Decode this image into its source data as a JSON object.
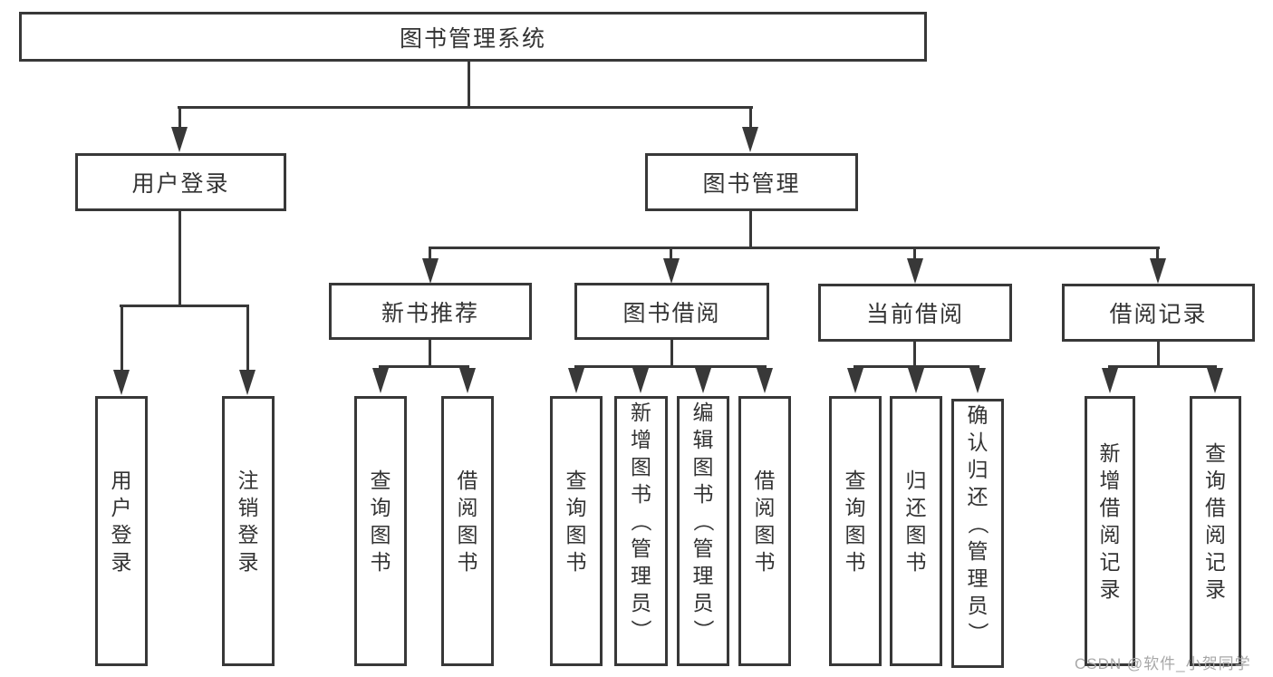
{
  "root": {
    "label": "图书管理系统"
  },
  "branches": {
    "user_login": {
      "label": "用户登录",
      "children": [
        "用户登录",
        "注销登录"
      ]
    },
    "book_management": {
      "label": "图书管理",
      "children": {
        "new_book_recommend": {
          "label": "新书推荐",
          "children": [
            "查询图书",
            "借阅图书"
          ]
        },
        "book_borrow": {
          "label": "图书借阅",
          "children": [
            "查询图书",
            "新增图书（管理员）",
            "编辑图书（管理员）",
            "借阅图书"
          ]
        },
        "current_borrow": {
          "label": "当前借阅",
          "children": [
            "查询图书",
            "归还图书",
            "确认归还（管理员）"
          ]
        },
        "borrow_record": {
          "label": "借阅记录",
          "children": [
            "新增借阅记录",
            "查询借阅记录"
          ]
        }
      }
    }
  },
  "watermark": {
    "text": "CSDN @软件_小贺同学"
  },
  "colors": {
    "line": "#383838",
    "text": "#333333",
    "box_bg": "#ffffff",
    "background": "#ffffff",
    "watermark": "#a8a8a8"
  }
}
